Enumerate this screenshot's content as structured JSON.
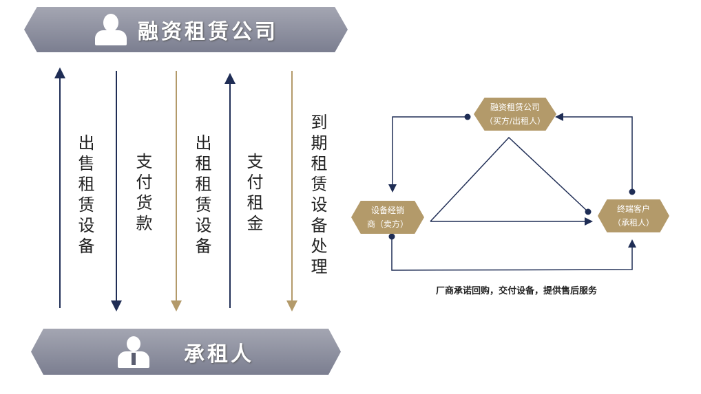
{
  "left_diagram": {
    "top_banner": "融资租赁公司",
    "bottom_banner": "承租人",
    "flows": [
      {
        "label": "出售租赁设备",
        "direction": "up",
        "color": "#1f2d55"
      },
      {
        "label": "支付货款",
        "direction": "down",
        "color": "#1f2d55"
      },
      {
        "label": "出租租赁设备",
        "direction": "down",
        "color": "#b39a6a"
      },
      {
        "label": "支付租金",
        "direction": "up",
        "color": "#1f2d55"
      },
      {
        "label": "到期租赁设备处理",
        "direction": "down",
        "color": "#b39a6a"
      }
    ]
  },
  "right_diagram": {
    "top_node": {
      "line1": "融资租赁公司",
      "line2": "（买方/出租人）"
    },
    "left_node": {
      "line1": "设备经销",
      "line2": "商（卖方）"
    },
    "right_node": {
      "line1": "终端客户",
      "line2": "（承租人）"
    },
    "caption": "厂商承诺回购，交付设备，提供售后服务"
  },
  "colors": {
    "navy": "#1f2d55",
    "gold": "#b39a6a",
    "banner": "#8d90a0"
  }
}
